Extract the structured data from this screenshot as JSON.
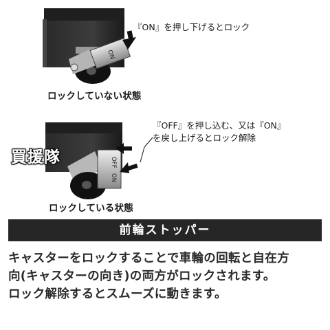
{
  "photo_top": {
    "callout": "『ON』を押し下げるとロック",
    "caption": "ロックしていない状態",
    "pedal_label": "ON"
  },
  "photo_bottom": {
    "callout_line1": "『OFF』を押し込む、又は『ON』",
    "callout_line2": "を戻し上げるとロック解除",
    "caption": "ロックしている状態",
    "pedal_label_off": "OFF",
    "pedal_label_on": "ON",
    "watermark": "買援隊"
  },
  "section": {
    "title": "前輪ストッパー"
  },
  "description": {
    "lines": [
      "キャスターをロックすることで車輪の回転と自在方",
      "向(キャスターの向き)の両方がロックされます。",
      "ロック解除するとスムーズに動きます。"
    ]
  }
}
